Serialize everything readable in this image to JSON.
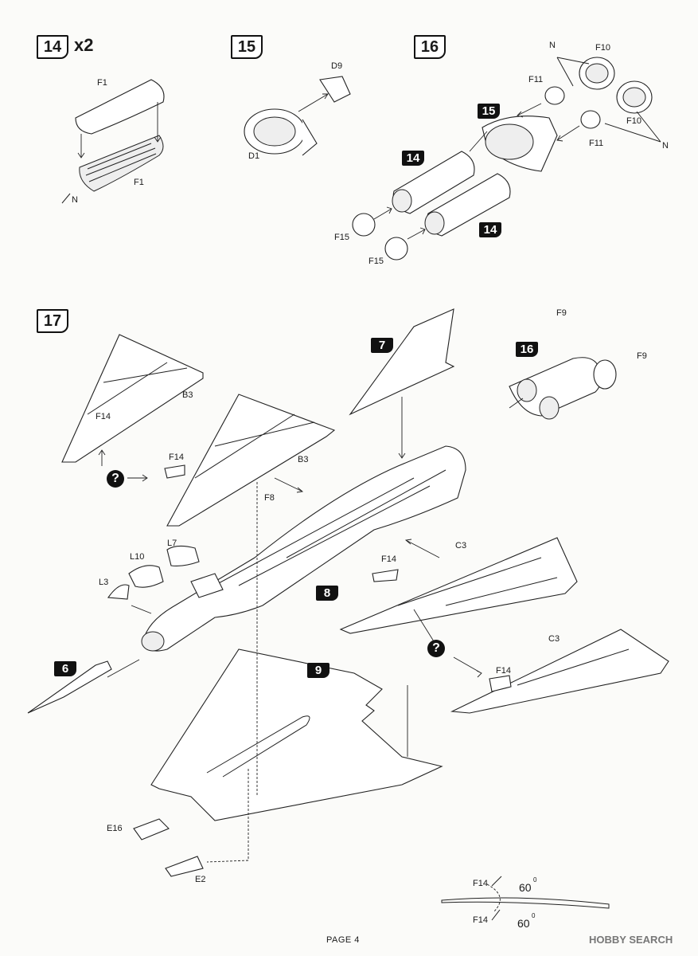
{
  "steps": {
    "s14": {
      "number": "14",
      "multiplier": "x2",
      "labels": {
        "top": "F1",
        "bottom": "F1",
        "note": "N"
      }
    },
    "s15": {
      "number": "15",
      "labels": {
        "part_a": "D9",
        "part_b": "D1"
      }
    },
    "s16": {
      "number": "16",
      "labels": {
        "f10a": "F10",
        "f11a": "F11",
        "f10b": "F10",
        "f11b": "F11",
        "n1": "N",
        "n2": "N",
        "f15a": "F15",
        "f15b": "F15",
        "ref15": "15",
        "ref14a": "14",
        "ref14b": "14"
      }
    },
    "s17": {
      "number": "17",
      "labels": {
        "b3a": "B3",
        "b3b": "B3",
        "f14a": "F14",
        "f14b": "F14",
        "f14c": "F14",
        "f14d": "F14",
        "f9a": "F9",
        "f9b": "F9",
        "f8": "F8",
        "l7": "L7",
        "l10": "L10",
        "l3": "L3",
        "c3a": "C3",
        "c3b": "C3",
        "e16": "E16",
        "e2": "E2",
        "ref7": "7",
        "ref16": "16",
        "ref8": "8",
        "ref6": "6",
        "ref9": "9",
        "q1": "?",
        "q2": "?"
      }
    }
  },
  "angle_note": {
    "top_part": "F14",
    "top_angle": "60",
    "bottom_part": "F14",
    "bottom_angle": "60",
    "degree": "0"
  },
  "footer": {
    "page": "PAGE 4",
    "watermark": "HOBBY SEARCH"
  }
}
